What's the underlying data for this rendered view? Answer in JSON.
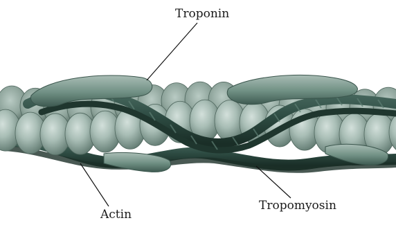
{
  "labels": {
    "troponin": "Troponin",
    "actin": "Actin",
    "tropomyosin": "Tropomyosin"
  },
  "colors": {
    "background": "#ffffff",
    "actin_light": "#b7c9c2",
    "actin_mid": "#8ea59c",
    "actin_dark": "#5a7269",
    "tropomyosin": "#2d4b42",
    "tropomyosin_dark": "#1c3028",
    "troponin": "#6f8f83",
    "troponin_highlight": "#9fb5ac",
    "leader_line": "#111111"
  }
}
